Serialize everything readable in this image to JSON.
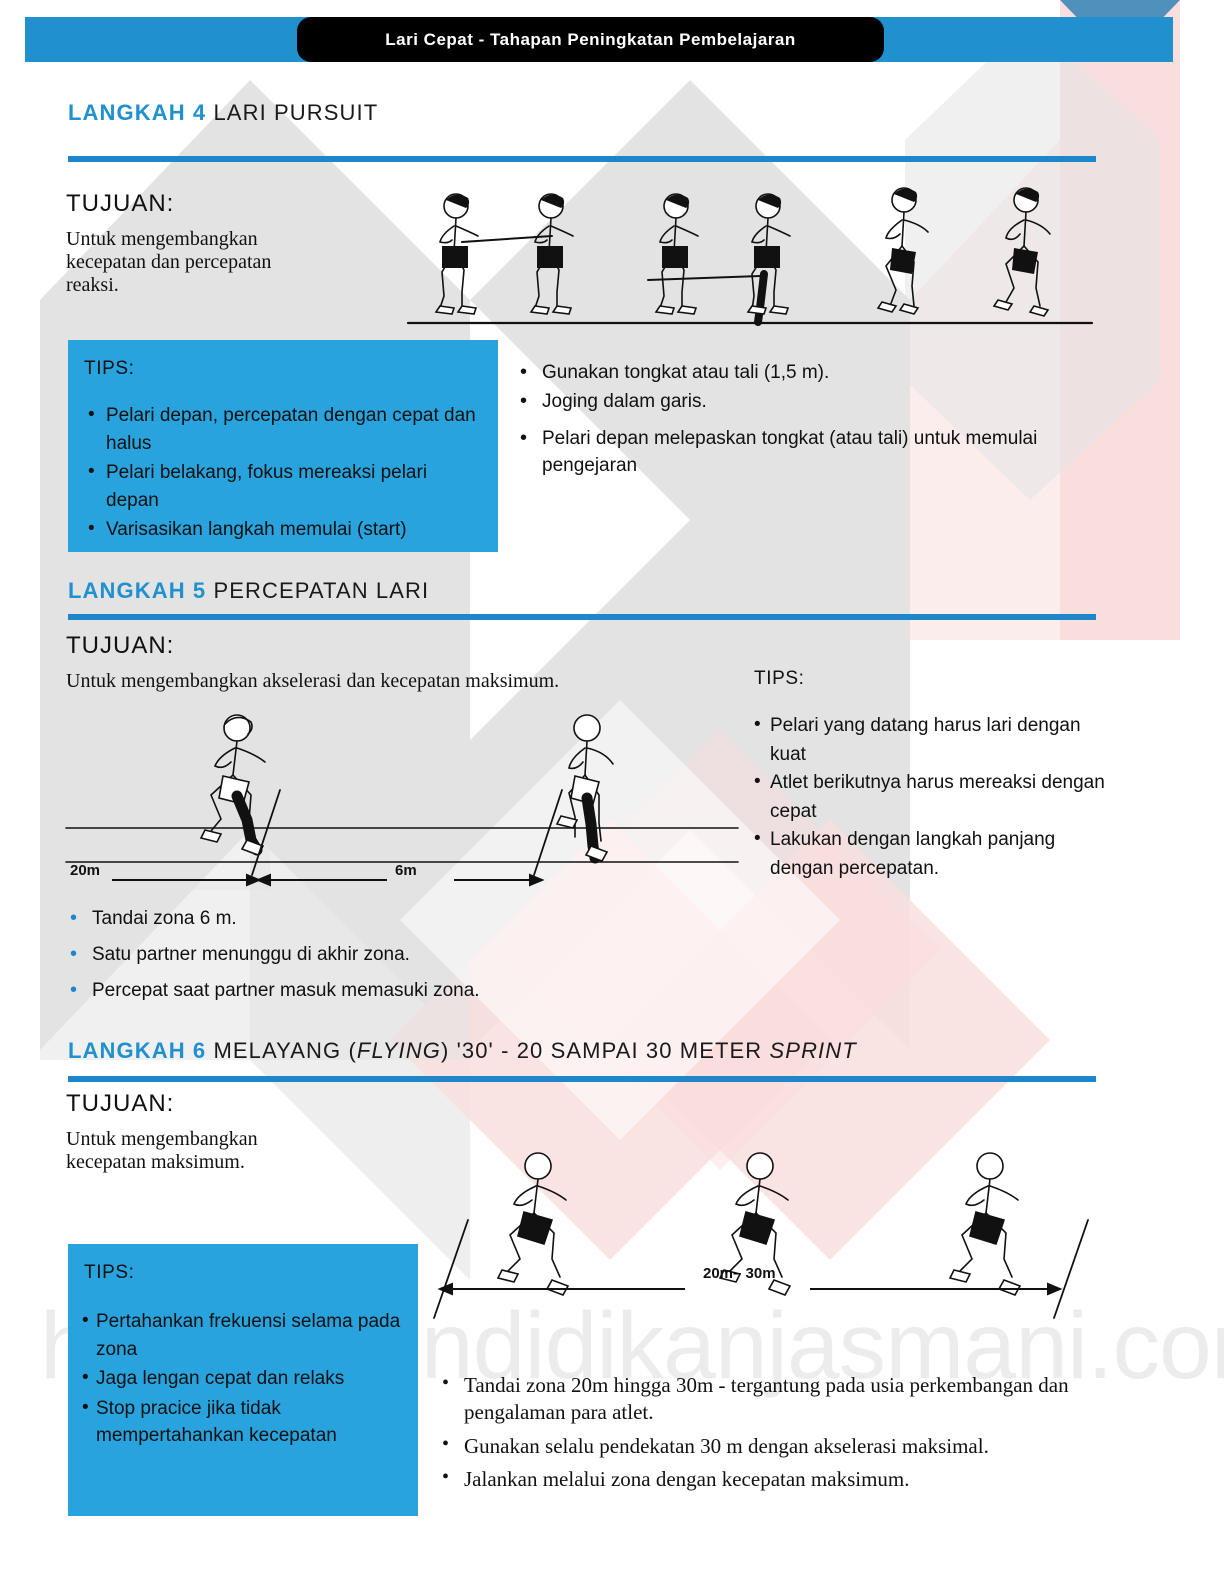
{
  "header": {
    "title": "Lari Cepat - Tahapan Peningkatan Pembelajaran"
  },
  "watermark": {
    "text": "https://pendidikanjasmani.com"
  },
  "colors": {
    "accent_blue": "#2190cf",
    "tips_blue": "#29a3dd",
    "rule_blue": "#1e86c9",
    "bg_gray": "#e3e3e3",
    "bg_pink": "#f9dede",
    "header_black": "#000000"
  },
  "sections": [
    {
      "step_label": "LANGKAH 4",
      "step_title": "LARI PURSUIT",
      "tujuan_label": "TUJUAN:",
      "tujuan_text": "Untuk mengembangkan kecepatan dan percepatan reaksi.",
      "tips_label": "TIPS:",
      "tips": [
        "Pelari depan, percepatan dengan cepat dan halus",
        "Pelari belakang, fokus mereaksi pelari depan",
        "Varisasikan langkah memulai (start)"
      ],
      "bullets": [
        "Gunakan tongkat atau tali (1,5 m).",
        "Joging dalam garis.",
        "Pelari depan melepaskan tongkat (atau tali) untuk memulai pengejaran"
      ]
    },
    {
      "step_label": "LANGKAH 5",
      "step_title": "PERCEPATAN LARI",
      "tujuan_label": "TUJUAN:",
      "tujuan_text": "Untuk mengembangkan akselerasi dan kecepatan maksimum.",
      "tips_label": "TIPS:",
      "tips": [
        "Pelari yang datang harus lari dengan kuat",
        "Atlet berikutnya harus mereaksi dengan cepat",
        "Lakukan dengan langkah panjang dengan percepatan."
      ],
      "bullets": [
        "Tandai zona 6 m.",
        "Satu partner menunggu di akhir zona.",
        "Percepat saat partner masuk memasuki zona."
      ],
      "diagram": {
        "label_left": "20m",
        "label_right": "6m"
      }
    },
    {
      "step_label": "LANGKAH 6",
      "step_title_parts": {
        "a": "MELAYANG (",
        "b": "FLYING",
        "c": ") '30' - 20 SAMPAI 30 METER ",
        "d": "SPRINT"
      },
      "tujuan_label": "TUJUAN:",
      "tujuan_text": "Untuk mengembangkan kecepatan maksimum.",
      "tips_label": "TIPS:",
      "tips": [
        "Pertahankan frekuensi selama pada zona",
        "Jaga lengan cepat dan relaks",
        "Stop pracice jika tidak mempertahankan kecepatan"
      ],
      "bullets": [
        "Tandai zona 20m hingga 30m - tergantung pada usia perkembangan dan pengalaman para atlet.",
        "Gunakan selalu pendekatan 30 m dengan akselerasi maksimal.",
        "Jalankan melalui zona dengan kecepatan maksimum."
      ],
      "diagram": {
        "label_span": "20m– 30m"
      }
    }
  ]
}
